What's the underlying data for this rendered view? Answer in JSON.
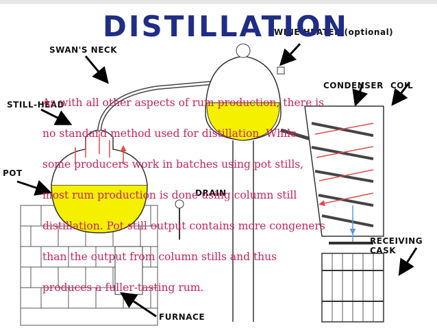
{
  "slide": {
    "title": "DISTILLATION",
    "body_lines": [
      "As with all other aspects of rum production, there is",
      "no standard method used for distillation. While",
      "some producers work in batches using pot stills,",
      "most rum production is done using column still",
      "distillation. Pot still output contains more congeners",
      "than the output from column stills and thus",
      "produces a fuller-tasting rum."
    ]
  },
  "diagram": {
    "labels": {
      "swans_neck": "SWAN'S NECK",
      "wine_heater": "WINE HEATER (optional)",
      "still_head": "STILL-HEAD",
      "condenser": "CONDENSER",
      "coil": "COIL",
      "pot": "POT",
      "drain": "DRAIN",
      "receiving_cask": "RECEIVING CASK",
      "furnace": "FURNACE"
    },
    "colors": {
      "liquid": "#f4f000",
      "vapor_arrow": "#e04b4b",
      "coolant_arrow": "#5a9bd5",
      "title": "#1f2d86",
      "body_text": "#c9235b"
    }
  }
}
